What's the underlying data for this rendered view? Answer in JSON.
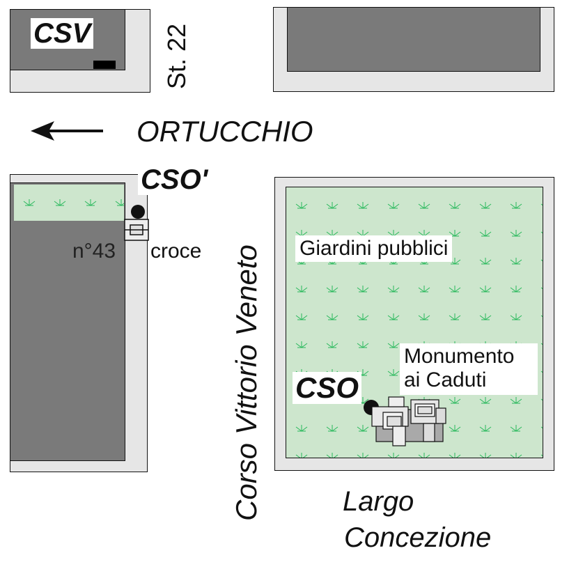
{
  "labels": {
    "csv": "CSV",
    "street_22": "St. 22",
    "ortucchio": "ORTUCCHIO",
    "cso_prime": "CSO'",
    "number_43": "n°43",
    "croce": "croce",
    "giardini": "Giardini pubblici",
    "corso": "Corso Vittorio Veneto",
    "monumento_line1": "Monumento",
    "monumento_line2": "ai Caduti",
    "cso": "CSO",
    "largo_line1": "Largo",
    "largo_line2": "Concezione"
  },
  "icons": {
    "direction_arrow": "arrow-left-icon",
    "cross": "cross-marker-icon",
    "monument": "monument-icon",
    "site_marker": "site-dot-icon"
  },
  "colors": {
    "building": "#7a7a7a",
    "sidewalk": "#e6e6e6",
    "garden": "#cde6cd",
    "grass": "#27b85a",
    "text": "#111111"
  }
}
